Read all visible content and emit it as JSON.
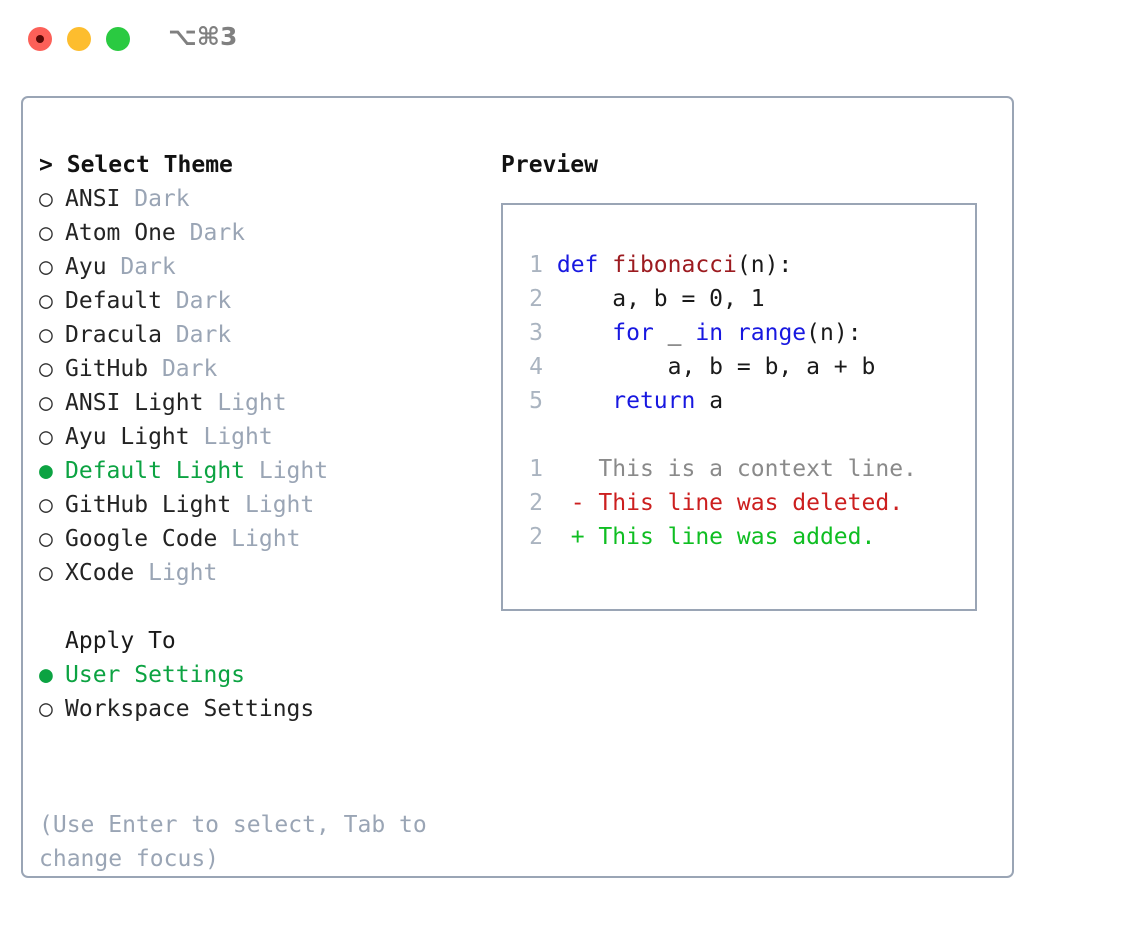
{
  "window": {
    "shortcut": "⌥⌘3",
    "traffic_lights": [
      {
        "name": "close",
        "color": "#fc6058"
      },
      {
        "name": "minimize",
        "color": "#fdbd2e"
      },
      {
        "name": "maximize",
        "color": "#2aca41"
      }
    ]
  },
  "colors": {
    "accent_green": "#0ca342",
    "muted": "#9aa5b5",
    "border": "#9aa5b5",
    "keyword_blue": "#1818e0",
    "function_red": "#9c1b20",
    "diff_add": "#0fbe22",
    "diff_del": "#cc1f1f",
    "diff_ctx": "#8a8a8a"
  },
  "theme_list": {
    "prompt": ">",
    "heading": "Select Theme",
    "bullet_unselected": "○",
    "bullet_selected": "●",
    "items": [
      {
        "label": "ANSI",
        "suffix": "Dark",
        "selected": false
      },
      {
        "label": "Atom One",
        "suffix": "Dark",
        "selected": false
      },
      {
        "label": "Ayu",
        "suffix": "Dark",
        "selected": false
      },
      {
        "label": "Default",
        "suffix": "Dark",
        "selected": false
      },
      {
        "label": "Dracula",
        "suffix": "Dark",
        "selected": false
      },
      {
        "label": "GitHub",
        "suffix": "Dark",
        "selected": false
      },
      {
        "label": "ANSI Light",
        "suffix": "Light",
        "selected": false
      },
      {
        "label": "Ayu Light",
        "suffix": "Light",
        "selected": false
      },
      {
        "label": "Default Light",
        "suffix": "Light",
        "selected": true
      },
      {
        "label": "GitHub Light",
        "suffix": "Light",
        "selected": false
      },
      {
        "label": "Google Code",
        "suffix": "Light",
        "selected": false
      },
      {
        "label": "XCode",
        "suffix": "Light",
        "selected": false
      }
    ]
  },
  "apply_to": {
    "heading": "Apply To",
    "items": [
      {
        "label": "User Settings",
        "selected": true
      },
      {
        "label": "Workspace Settings",
        "selected": false
      }
    ]
  },
  "hint": "(Use Enter to select, Tab to change focus)",
  "preview": {
    "title": "Preview",
    "code_lines": [
      {
        "num": "1",
        "tokens": [
          {
            "text": "def ",
            "kind": "kw"
          },
          {
            "text": "fibonacci",
            "kind": "fn"
          },
          {
            "text": "(n):",
            "kind": "plain"
          }
        ]
      },
      {
        "num": "2",
        "tokens": [
          {
            "text": "    a, b = 0, 1",
            "kind": "plain"
          }
        ]
      },
      {
        "num": "3",
        "tokens": [
          {
            "text": "    ",
            "kind": "plain"
          },
          {
            "text": "for",
            "kind": "kw"
          },
          {
            "text": " _ ",
            "kind": "plain"
          },
          {
            "text": "in",
            "kind": "kw"
          },
          {
            "text": " ",
            "kind": "plain"
          },
          {
            "text": "range",
            "kind": "kw"
          },
          {
            "text": "(n):",
            "kind": "plain"
          }
        ]
      },
      {
        "num": "4",
        "tokens": [
          {
            "text": "        a, b = b, a + b",
            "kind": "plain"
          }
        ]
      },
      {
        "num": "5",
        "tokens": [
          {
            "text": "    ",
            "kind": "plain"
          },
          {
            "text": "return",
            "kind": "kw"
          },
          {
            "text": " a",
            "kind": "plain"
          }
        ]
      }
    ],
    "diff_lines": [
      {
        "num": "1",
        "marker": "  ",
        "text": "This is a context line.",
        "kind": "ctx"
      },
      {
        "num": "2",
        "marker": "- ",
        "text": "This line was deleted.",
        "kind": "del"
      },
      {
        "num": "2",
        "marker": "+ ",
        "text": "This line was added.",
        "kind": "add"
      }
    ]
  }
}
